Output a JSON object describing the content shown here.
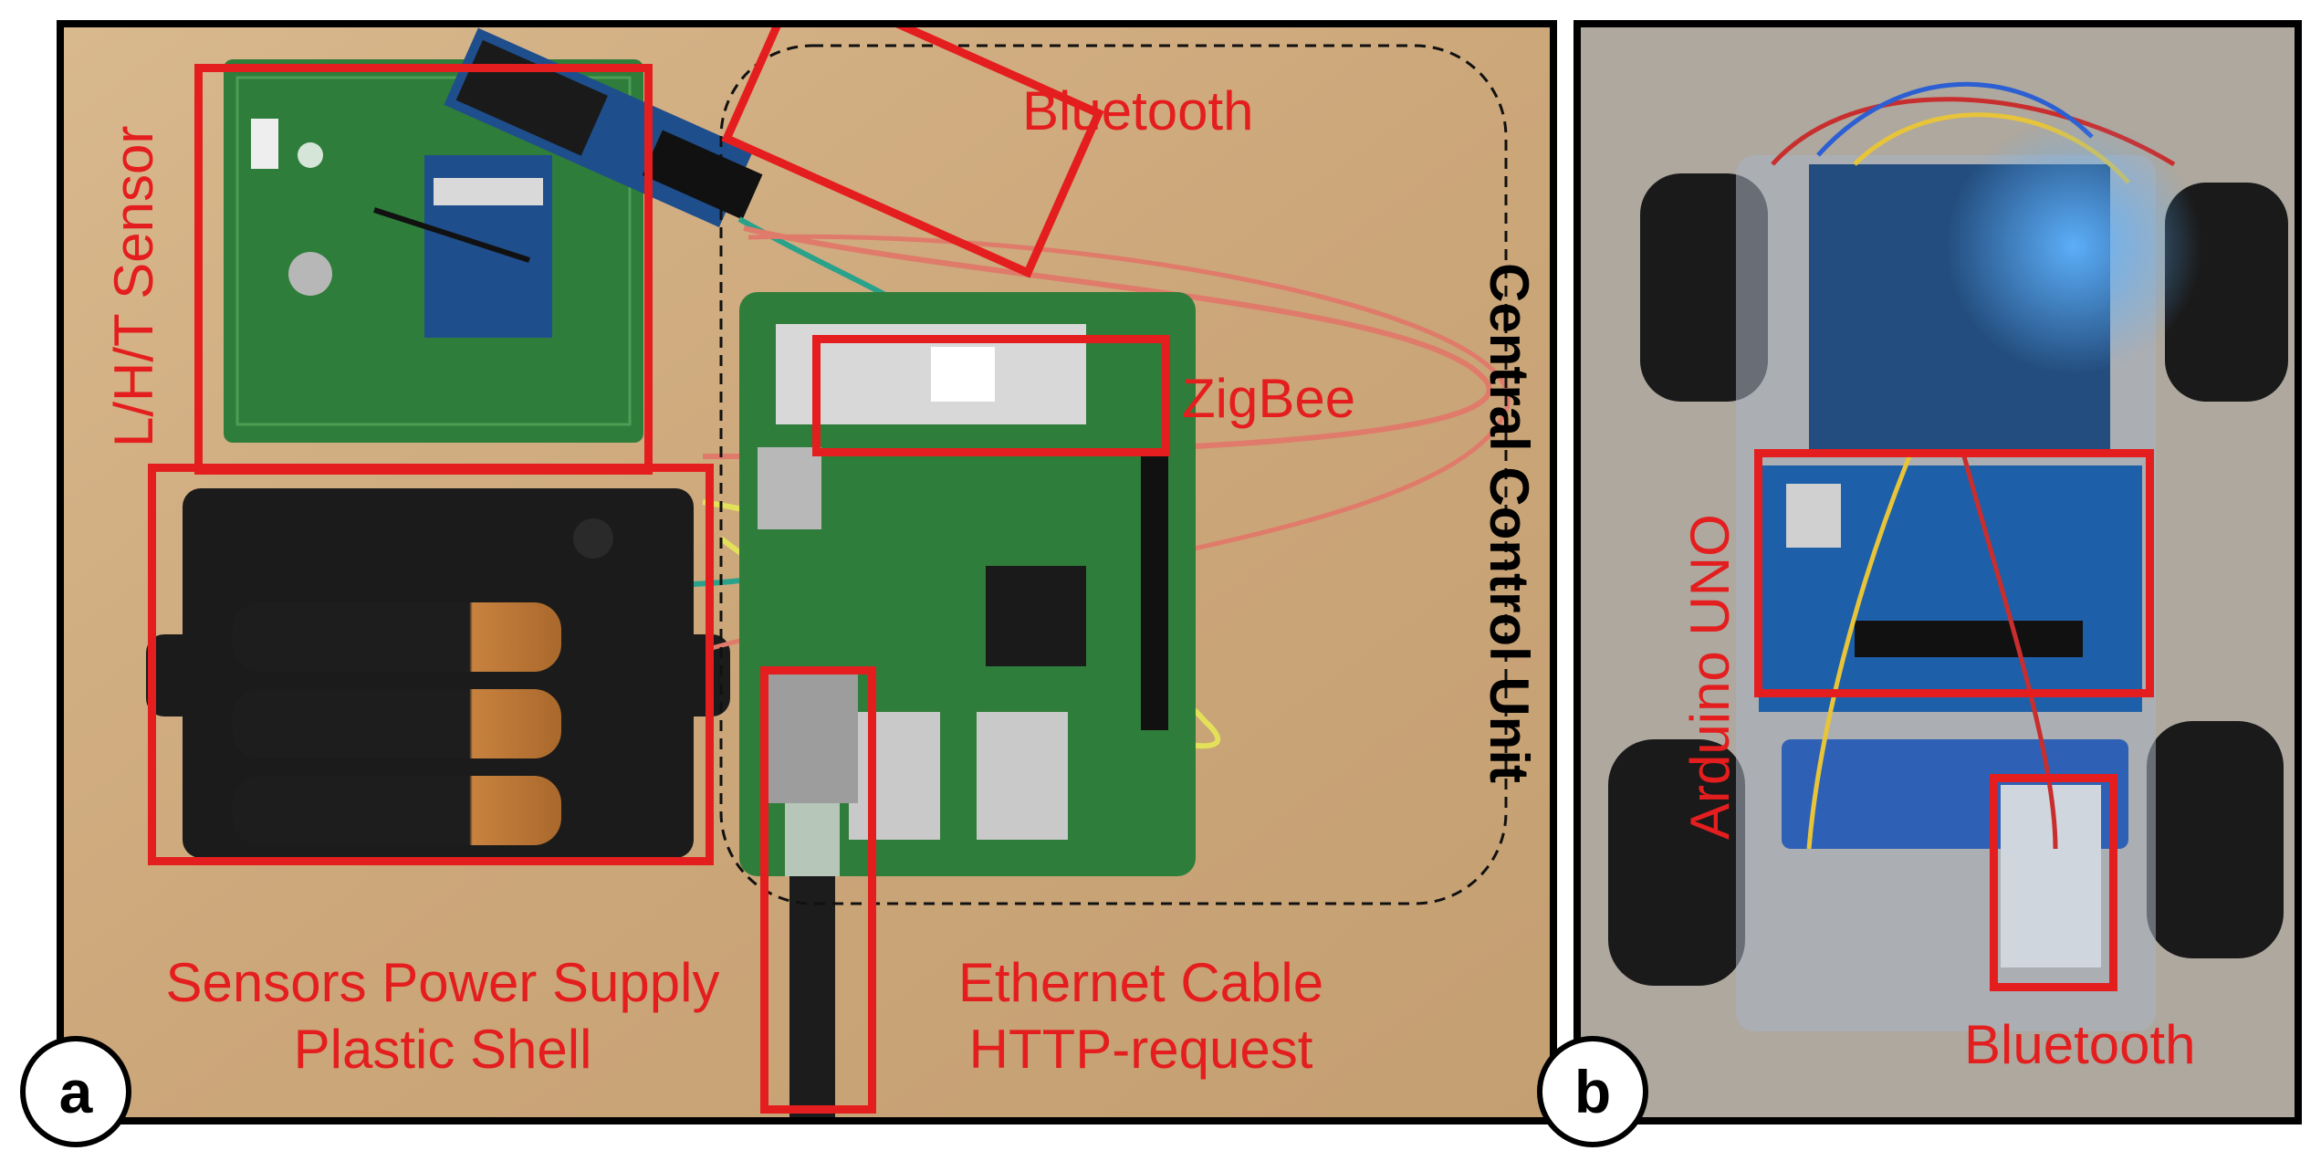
{
  "figure": {
    "panels": [
      {
        "badge": "a",
        "labels": {
          "lht_sensor": "L/H/T Sensor",
          "bluetooth": "Bluetooth",
          "zigbee": "ZigBee",
          "central_control_unit": "Central Control Unit",
          "power_supply_line1": "Sensors Power Supply",
          "power_supply_line2": "Plastic Shell",
          "ethernet_line1": "Ethernet Cable",
          "ethernet_line2": "HTTP-request"
        }
      },
      {
        "badge": "b",
        "labels": {
          "arduino": "Arduino UNO",
          "bluetooth": "Bluetooth"
        }
      }
    ]
  },
  "colors": {
    "callout_red": "#e41e1e",
    "frame_black": "#000000",
    "pcb_green": "#2f7d3a",
    "wood_table": "#cfac7f",
    "arduino_blue": "#1d5fa8"
  }
}
